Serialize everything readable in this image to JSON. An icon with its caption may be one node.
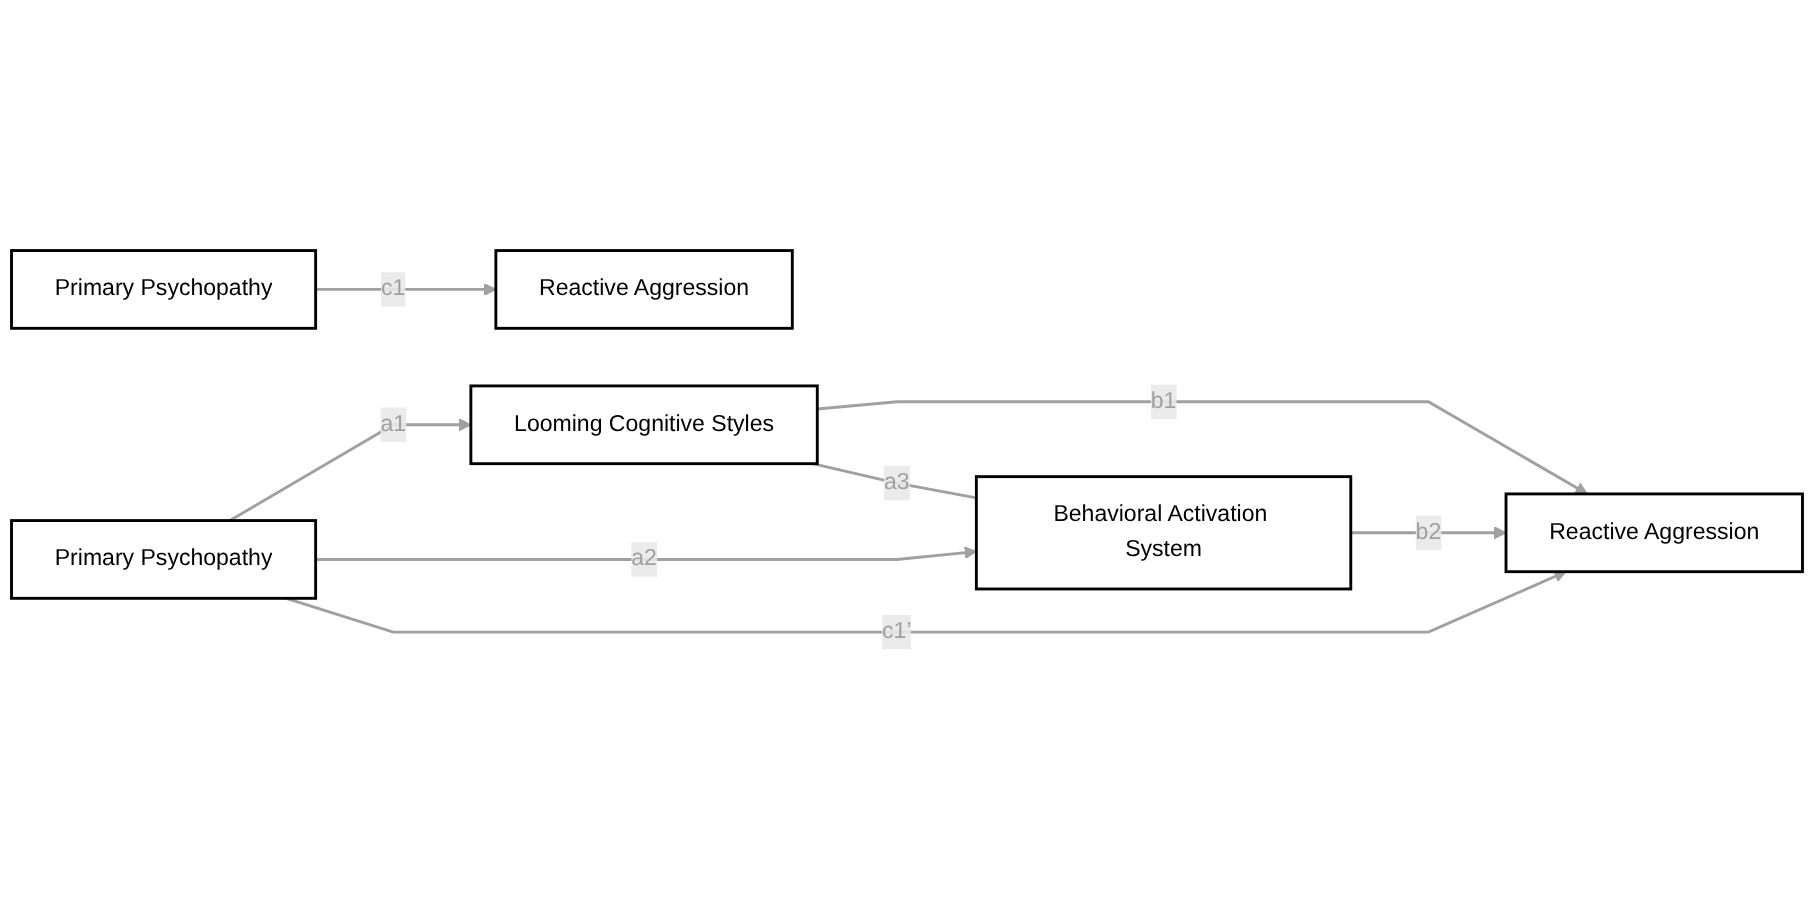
{
  "diagram": {
    "nodes": [
      {
        "text": [
          "Primary Psychopathy"
        ]
      },
      {
        "text": [
          "Reactive Aggression"
        ]
      },
      {
        "text": [
          "Looming Cognitive Styles"
        ]
      },
      {
        "text": [
          "Behavioral Activation System"
        ]
      },
      {
        "text": [
          "Primary Psychopathy"
        ]
      },
      {
        "text": [
          "Reactive Aggression"
        ]
      }
    ],
    "edges": [
      {
        "from": 0,
        "to": 1,
        "arrow": "to",
        "label": "c1"
      },
      {
        "from": 2,
        "to": 3,
        "arrow": "none",
        "label": "a3"
      },
      {
        "from": 4,
        "to": 2,
        "arrow": "to",
        "label": "a1"
      },
      {
        "from": 4,
        "to": 3,
        "arrow": "to",
        "label": "a2"
      },
      {
        "from": 2,
        "to": 5,
        "arrow": "to",
        "label": "b1"
      },
      {
        "from": 3,
        "to": 5,
        "arrow": "to",
        "label": "b2"
      },
      {
        "from": 4,
        "to": 5,
        "arrow": "to",
        "label": "c1’"
      }
    ]
  }
}
